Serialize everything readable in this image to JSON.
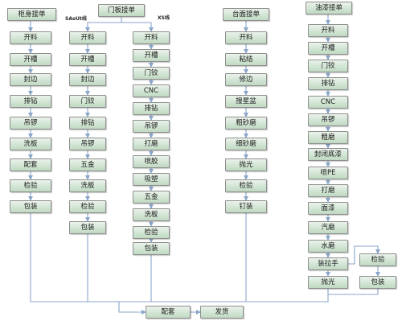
{
  "cabinet": {
    "header": "柜身接单",
    "steps": [
      "开料",
      "开槽",
      "封边",
      "排钻",
      "吊锣",
      "洗板",
      "配套",
      "检验",
      "包装"
    ]
  },
  "door": {
    "header": "门板接单",
    "left_label": "SAoUt线",
    "right_label": "XS线",
    "left_steps": [
      "开料",
      "开槽",
      "封边",
      "门铰",
      "排钻",
      "吊锣",
      "五金",
      "洗板",
      "检验",
      "包装"
    ],
    "right_steps": [
      "开料",
      "开槽",
      "门铰",
      "CNC",
      "排钻",
      "吊锣",
      "打磨",
      "喷胶",
      "吸塑",
      "五金",
      "洗板",
      "检验",
      "包装"
    ]
  },
  "countertop": {
    "header": "台面接单",
    "steps": [
      "开料",
      "粘结",
      "修边",
      "搜星盆",
      "粗砂磨",
      "细砂磨",
      "抛光",
      "检验",
      "钉装"
    ]
  },
  "paint": {
    "header": "油漆接单",
    "steps": [
      "开料",
      "开槽",
      "门铰",
      "排钻",
      "CNC",
      "吊锣",
      "粗磨",
      "封闭底漆",
      "喷PE",
      "打磨",
      "面漆",
      "汽磨",
      "水磨",
      "装拉手",
      "抛光"
    ],
    "side_steps": [
      "检验",
      "包装"
    ]
  },
  "final": {
    "assemble": "配套",
    "ship": "发货"
  }
}
